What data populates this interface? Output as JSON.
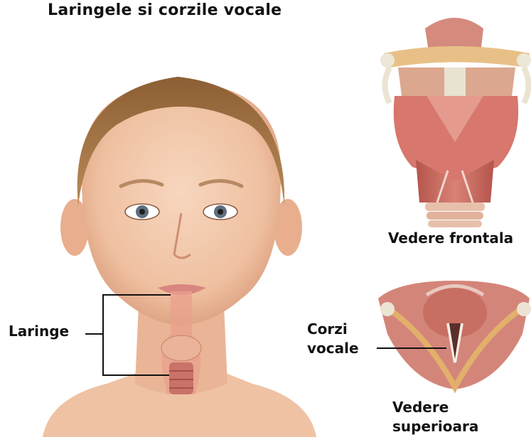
{
  "title": "Laringele si corzile vocale",
  "labels": {
    "larynx": "Laringe",
    "frontal_view": "Vedere frontala",
    "vocal_cords_line1": "Corzi",
    "vocal_cords_line2": "vocale",
    "superior_view_line1": "Vedere",
    "superior_view_line2": "superioara"
  },
  "colors": {
    "skin": "#f2c6a8",
    "hair": "#a57748",
    "tissue": "#c86a60",
    "cartilage": "#e8b07a",
    "bone": "#e9e3d5"
  }
}
